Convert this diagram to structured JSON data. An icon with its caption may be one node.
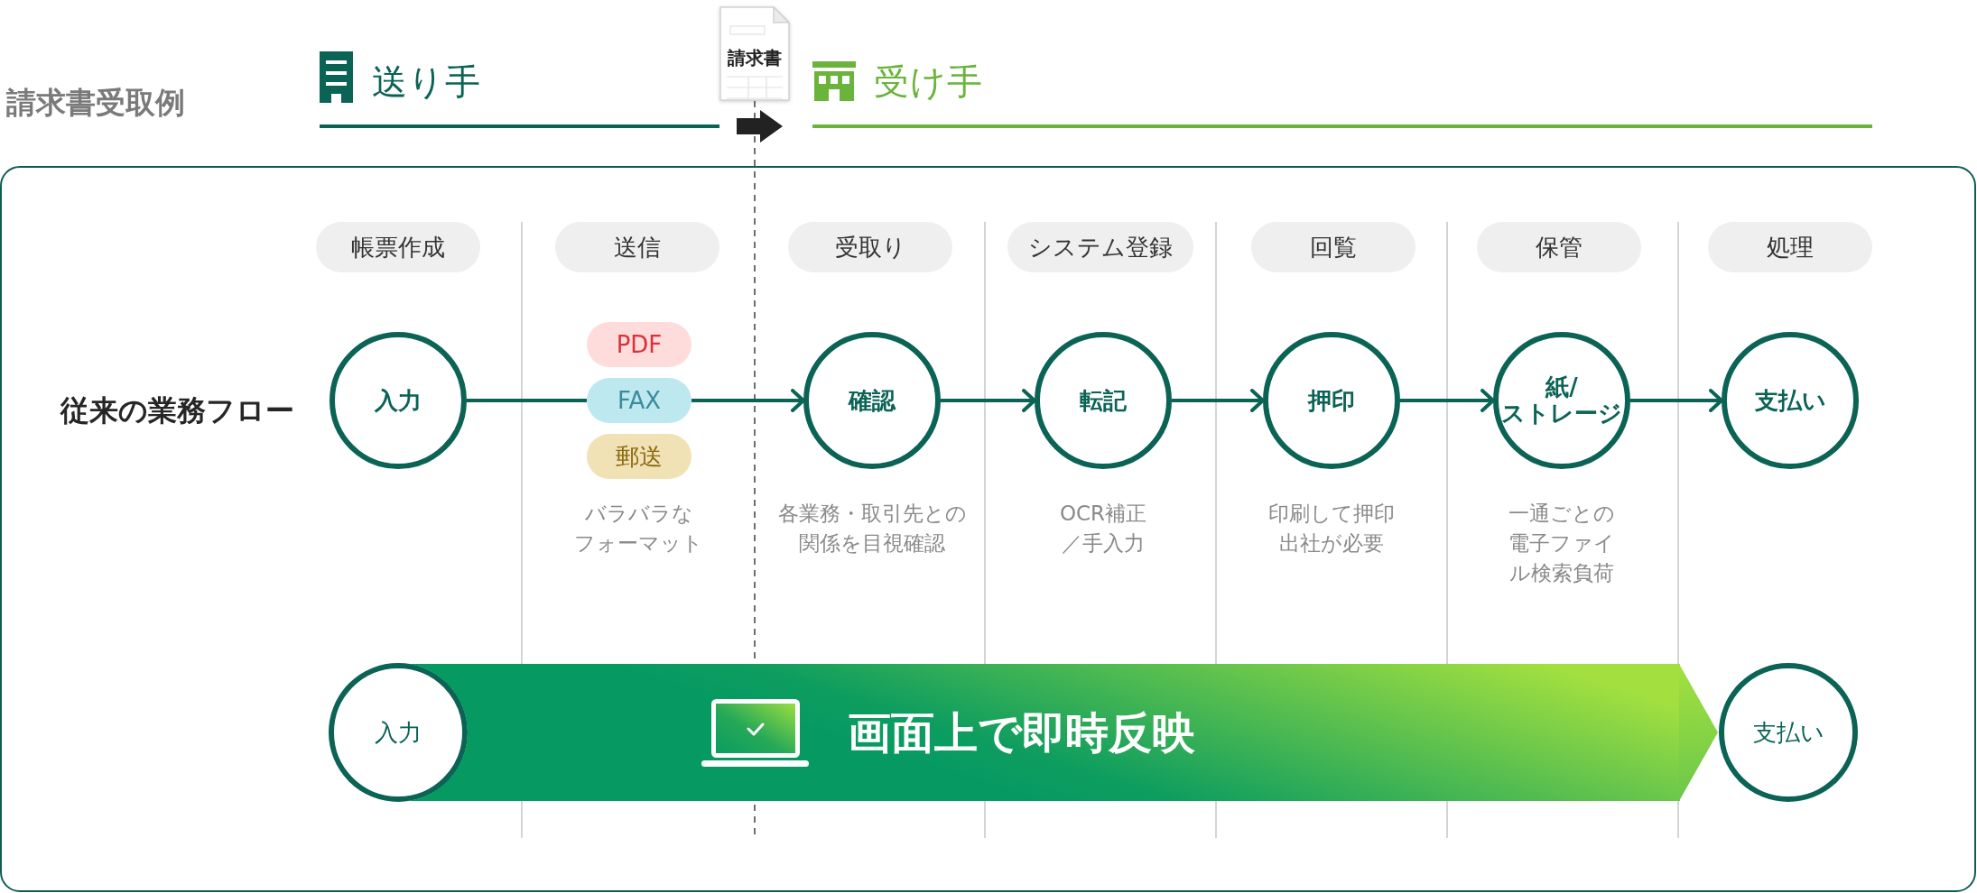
{
  "diagram": {
    "title": "請求書受取例",
    "nodes": [
      {
        "text": [
          "請求書"
        ]
      },
      {
        "text": [],
        "shape": "box"
      },
      {
        "text": [
          "帳票作成"
        ],
        "in": 1
      },
      {
        "text": [
          "送信"
        ],
        "in": 1
      },
      {
        "text": [
          "受取り"
        ],
        "in": 1
      },
      {
        "text": [
          "システム登録"
        ],
        "in": 1
      },
      {
        "text": [
          "回覧"
        ],
        "in": 1
      },
      {
        "text": [
          "保管"
        ],
        "in": 1
      },
      {
        "text": [
          "処理"
        ],
        "in": 1
      },
      {
        "text": [
          "入力"
        ],
        "in": 1
      },
      {
        "text": [
          "PDF"
        ],
        "in": 1
      },
      {
        "text": [
          "FAX"
        ],
        "in": 1
      },
      {
        "text": [
          "郵送"
        ],
        "in": 1
      },
      {
        "text": [
          "確認"
        ],
        "in": 1,
        "beside": [
          "各業務・取引先との関係を目視確認"
        ]
      },
      {
        "text": [
          "転記"
        ],
        "in": 1,
        "beside": [
          "OCR補正／手入力"
        ]
      },
      {
        "text": [
          "押印"
        ],
        "in": 1,
        "beside": [
          "印刷して押印出社が必要"
        ]
      },
      {
        "text": [
          "紙/ストレージ"
        ],
        "in": 1,
        "beside": [
          "一通ごとの電子ファイル検索負荷"
        ]
      },
      {
        "text": [
          "支払い"
        ],
        "in": 1
      },
      {
        "text": [
          "入力"
        ],
        "in": 1
      },
      {
        "text": [
          "支払い"
        ],
        "in": 1
      }
    ],
    "edges": [
      {
        "from": 9,
        "to": 11,
        "arrow": "none"
      },
      {
        "from": 11,
        "to": 13,
        "arrow": "to"
      },
      {
        "from": 13,
        "to": 14,
        "arrow": "to"
      },
      {
        "from": 14,
        "to": 15,
        "arrow": "to"
      },
      {
        "from": 15,
        "to": 16,
        "arrow": "to"
      },
      {
        "from": 16,
        "to": 17,
        "arrow": "to"
      },
      {
        "from": 18,
        "to": 19,
        "arrow": "to",
        "label": "画面上で即時反映",
        "style": "thick"
      }
    ],
    "labels": [
      "送り手",
      "受け手",
      "従来の業務フロー",
      "バラバラなフォーマット"
    ]
  }
}
